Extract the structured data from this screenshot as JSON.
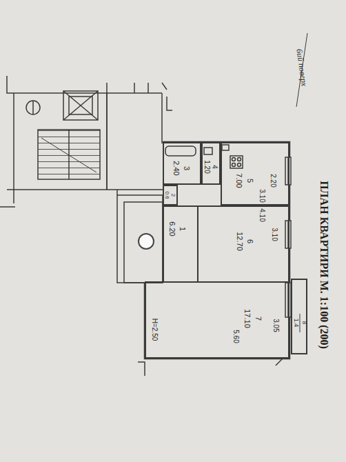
{
  "diagram": {
    "title": "ПЛАН КВАРТИРИ М. 1:100 (200)",
    "nodes": [
      {
        "text": [
          "5",
          "7.00"
        ]
      },
      {
        "text": [
          "3",
          "2.40"
        ]
      },
      {
        "text": [
          "4",
          "1.20"
        ]
      },
      {
        "text": [
          "2",
          "0.6"
        ]
      },
      {
        "text": [
          "1",
          "6.20"
        ]
      },
      {
        "text": [
          "6",
          "12.70"
        ]
      },
      {
        "text": [
          "7",
          "17.10"
        ]
      },
      {
        "text": [
          "8",
          "1.4"
        ]
      }
    ],
    "labels": [
      "6ий поверх",
      "2.20",
      "3.10",
      "4.10",
      "3.10",
      "3.05",
      "5.60",
      "H=2.50"
    ]
  }
}
